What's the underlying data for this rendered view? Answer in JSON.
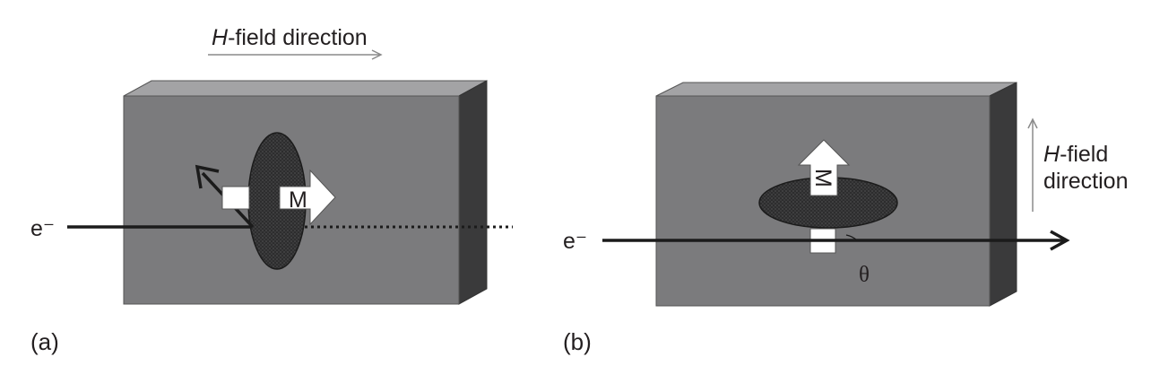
{
  "panel_a": {
    "label": "(a)",
    "field_label_italic": "H",
    "field_label_rest": "-field direction",
    "electron_label": "e⁻",
    "magnetization_label": "M"
  },
  "panel_b": {
    "label": "(b)",
    "field_label_italic": "H",
    "field_label_rest": "-field",
    "field_label_line2": "direction",
    "electron_label": "e⁻",
    "magnetization_label": "M",
    "angle_label": "θ"
  },
  "colors": {
    "slab_face": "#7b7b7d",
    "slab_top": "#a3a3a5",
    "slab_side": "#3a3a3b",
    "domain": "#2b2b2c",
    "line": "#1b1b1b",
    "field_arrow": "#8a8a8a"
  }
}
